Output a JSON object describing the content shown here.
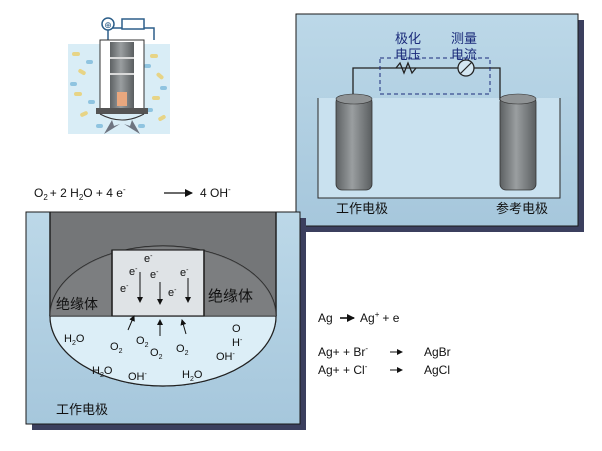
{
  "colors": {
    "panel_bg": "#a9cbe0",
    "panel_light": "#d4e7f2",
    "panel_border": "#1a1a1a",
    "shadow": "#3b3f5e",
    "electrode_dark": "#6e7274",
    "electrode_light": "#b8bcbe",
    "insulator": "#7a7c7e",
    "solution": "#dceef7",
    "circuit": "#222222",
    "label_blue": "#1a2a7a"
  },
  "icons": [
    "arrow-right-icon",
    "resistor-icon",
    "ammeter-icon",
    "electron-arrow-icon"
  ],
  "reference_cell": {
    "polarization_voltage": [
      "极化",
      "电压"
    ],
    "measured_current": [
      "测量",
      "电流"
    ],
    "working_electrode_label": "工作电极",
    "reference_electrode_label": "参考电极"
  },
  "oxygen_equation": {
    "o2": "O",
    "o2_sub": "2",
    "plus1": "+ 2 H",
    "h2o_sub": "2",
    "o_part": "O + 4 e",
    "e_sup": "-",
    "product": "4 OH",
    "oh_sup": "-"
  },
  "working_cell": {
    "insulator_left": "绝缘体",
    "insulator_right": "绝缘体",
    "electrons": [
      "e",
      "e",
      "e",
      "e",
      "e",
      "e"
    ],
    "electron_sup": "-",
    "species": {
      "h2o_a": "H",
      "h2o_a_sub": "2",
      "h2o_a_tail": "O",
      "h2o_b": "H",
      "h2o_b_sub": "2",
      "h2o_b_tail": "O",
      "h2o_c": "H",
      "h2o_c_sub": "2",
      "h2o_c_tail": "O",
      "o2_a": "O",
      "o2_a_sub": "2",
      "o2_b": "O",
      "o2_b_sub": "2",
      "o2_c": "O",
      "o2_c_sub": "2",
      "o2_d": "O",
      "o2_d_sub": "2",
      "o_single": "O",
      "h_single": "H",
      "h_single_sup": "-",
      "oh_a": "OH",
      "oh_a_sup": "-",
      "oh_b": "OH",
      "oh_b_sup": "-"
    },
    "label": "工作电极"
  },
  "silver_reactions": {
    "r1_left": "Ag",
    "r1_right": "Ag",
    "r1_right_sup": "+",
    "r1_tail": "+ e",
    "r2_left": "Ag+ + Br",
    "r2_left_sup": "-",
    "r2_product": "AgBr",
    "r3_left": "Ag+ + Cl",
    "r3_left_sup": "-",
    "r3_product": "AgCl"
  }
}
